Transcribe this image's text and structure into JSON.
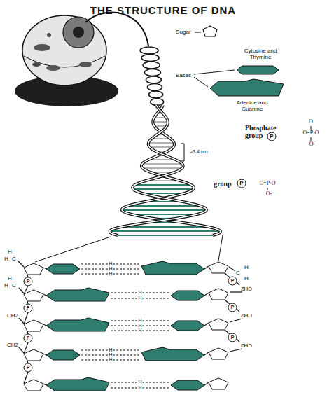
{
  "diagram": {
    "title": "THE STRUCTURE OF DNA",
    "labels": [
      "Sugar",
      "Cytosine and Thymine",
      "Bases",
      "Adenine and Guanine",
      "≈3.4 nm",
      "Phosphate group",
      "P",
      "O",
      "O=P-O",
      "O-",
      "group",
      "P",
      "O=P-O",
      "O-",
      "H",
      "H",
      "C",
      "C",
      "H",
      "H",
      "H",
      "H",
      "C",
      "CH2",
      "CH2",
      "CH2",
      "CH2",
      "CH2",
      "P",
      "P",
      "P",
      "P",
      "P",
      "P",
      "P",
      "H",
      "H",
      "H",
      "H",
      "H",
      "H",
      "H",
      "H",
      "H",
      "H",
      "H",
      "H",
      "H"
    ]
  }
}
